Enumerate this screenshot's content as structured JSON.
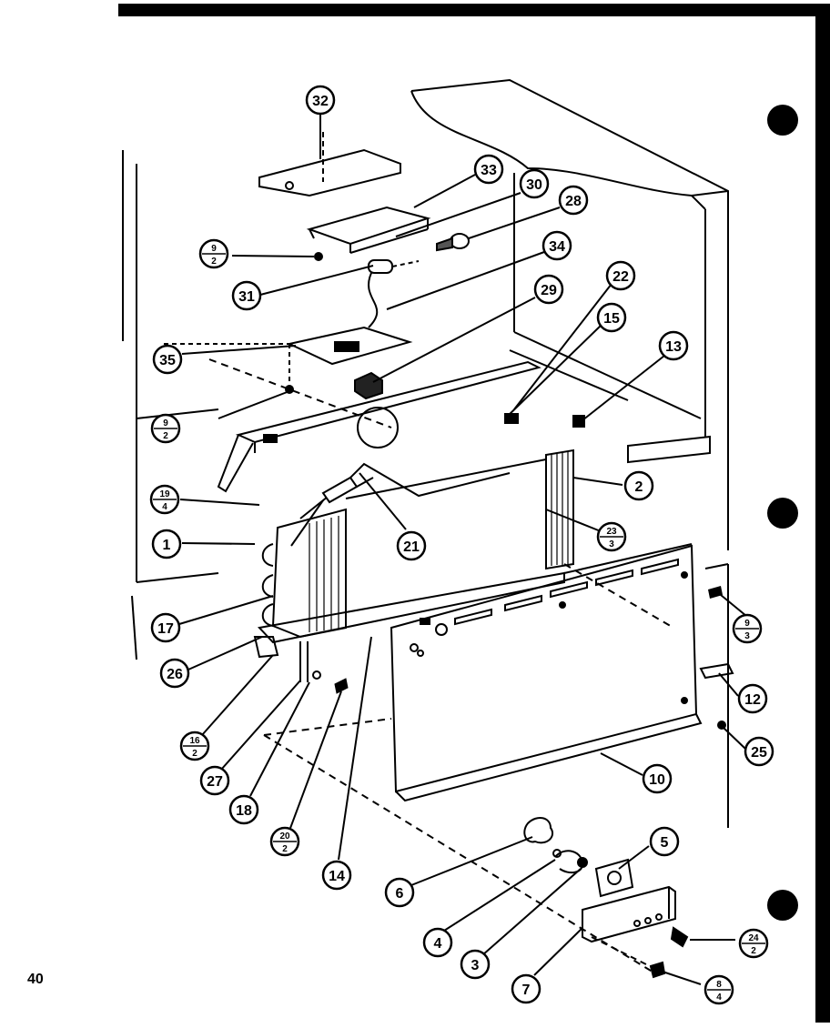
{
  "page_number": "40",
  "callouts": [
    {
      "id": "c32",
      "label": "32"
    },
    {
      "id": "c33",
      "label": "33"
    },
    {
      "id": "c30",
      "label": "30"
    },
    {
      "id": "c28",
      "label": "28"
    },
    {
      "id": "c34",
      "label": "34"
    },
    {
      "id": "c31",
      "label": "31"
    },
    {
      "id": "c29",
      "label": "29"
    },
    {
      "id": "c22",
      "label": "22"
    },
    {
      "id": "c15",
      "label": "15"
    },
    {
      "id": "c13",
      "label": "13"
    },
    {
      "id": "c35",
      "label": "35"
    },
    {
      "id": "c2",
      "label": "2"
    },
    {
      "id": "c1",
      "label": "1"
    },
    {
      "id": "c21",
      "label": "21"
    },
    {
      "id": "c17",
      "label": "17"
    },
    {
      "id": "c26",
      "label": "26"
    },
    {
      "id": "c12",
      "label": "12"
    },
    {
      "id": "c25",
      "label": "25"
    },
    {
      "id": "c10",
      "label": "10"
    },
    {
      "id": "c27",
      "label": "27"
    },
    {
      "id": "c18",
      "label": "18"
    },
    {
      "id": "c14",
      "label": "14"
    },
    {
      "id": "c5",
      "label": "5"
    },
    {
      "id": "c6",
      "label": "6"
    },
    {
      "id": "c4",
      "label": "4"
    },
    {
      "id": "c3",
      "label": "3"
    },
    {
      "id": "c7",
      "label": "7"
    }
  ],
  "fraction_callouts": [
    {
      "id": "f9-2a",
      "top": "9",
      "bottom": "2"
    },
    {
      "id": "f9-2b",
      "top": "9",
      "bottom": "2"
    },
    {
      "id": "f19-4",
      "top": "19",
      "bottom": "4"
    },
    {
      "id": "f23-3",
      "top": "23",
      "bottom": "3"
    },
    {
      "id": "f9-3",
      "top": "9",
      "bottom": "3"
    },
    {
      "id": "f16-2",
      "top": "16",
      "bottom": "2"
    },
    {
      "id": "f20-2",
      "top": "20",
      "bottom": "2"
    },
    {
      "id": "f24-2",
      "top": "24",
      "bottom": "2"
    },
    {
      "id": "f8-4",
      "top": "8",
      "bottom": "4"
    }
  ]
}
